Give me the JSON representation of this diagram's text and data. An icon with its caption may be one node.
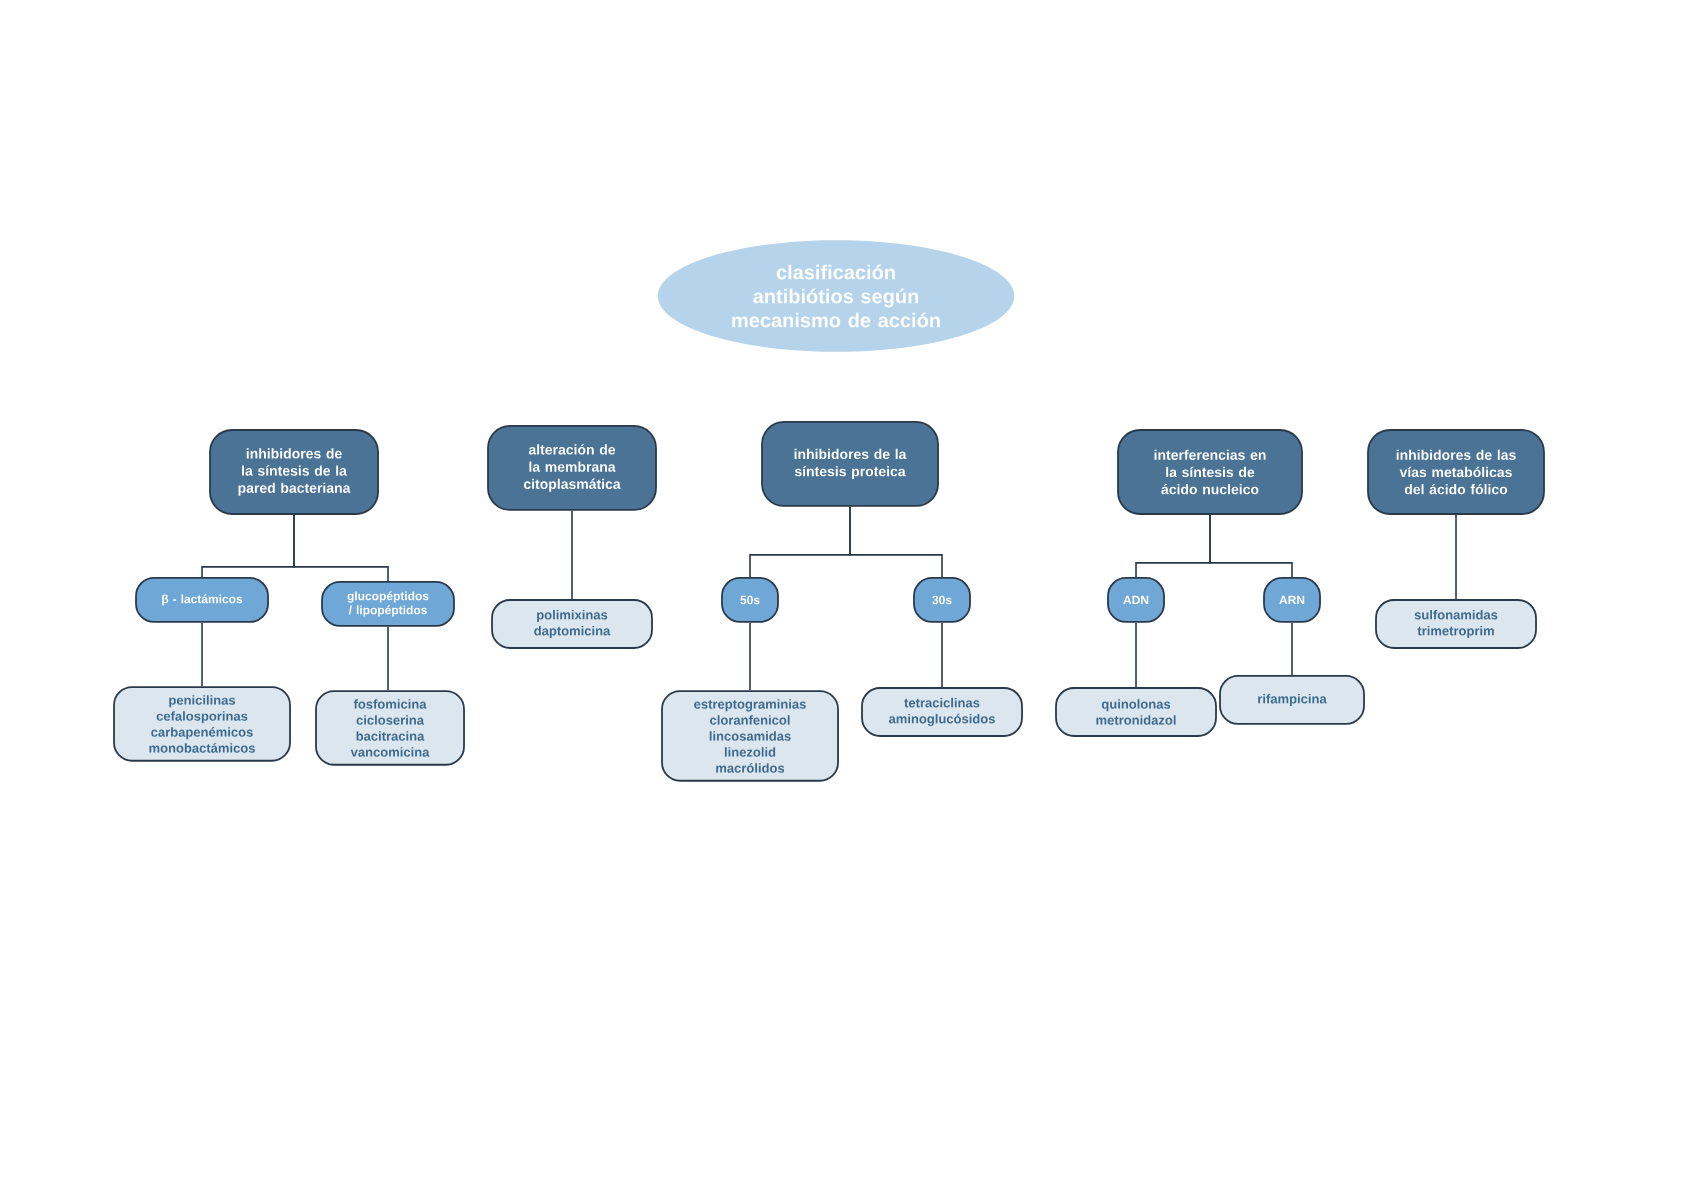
{
  "diagram": {
    "nodes": [
      {
        "text": [
          "clasificación antibiótios según mecanismo de acción"
        ]
      },
      {
        "text": [
          "inhibidores de la síntesis de la pared bacteriana"
        ]
      },
      {
        "text": [
          "alteración de la membrana citoplasmática"
        ]
      },
      {
        "text": [
          "inhibidores de la síntesis proteica"
        ]
      },
      {
        "text": [
          "interferencias en la síntesis de ácido nucleico"
        ]
      },
      {
        "text": [
          "inhibidores de las vías metabólicas del ácido fólico"
        ]
      },
      {
        "text": [
          "β - lactámicos"
        ]
      },
      {
        "text": [
          "glucopéptidos / lipopéptidos"
        ]
      },
      {
        "text": [
          "polimixinas",
          "daptomicina"
        ]
      },
      {
        "text": [
          "50s"
        ]
      },
      {
        "text": [
          "30s"
        ]
      },
      {
        "text": [
          "ADN"
        ]
      },
      {
        "text": [
          "ARN"
        ]
      },
      {
        "text": [
          "sulfonamidas",
          "trimetroprim"
        ]
      },
      {
        "text": [
          "penicilinas",
          "cefalosporinas",
          "carbapenémicos",
          "monobactámicos"
        ]
      },
      {
        "text": [
          "fosfomicina",
          "cicloserina",
          "bacitracina",
          "vancomicina"
        ]
      },
      {
        "text": [
          "estreptograminias",
          "cloranfenicol",
          "lincosamidas",
          "linezolid",
          "macrólidos"
        ]
      },
      {
        "text": [
          "tetraciclinas",
          "aminoglucósidos"
        ]
      },
      {
        "text": [
          "quinolonas",
          "metronidazol"
        ]
      },
      {
        "text": [
          "rifampicina"
        ]
      }
    ],
    "edges": [
      {
        "from": 1,
        "to": 6,
        "arrow": "none"
      },
      {
        "from": 1,
        "to": 7,
        "arrow": "none"
      },
      {
        "from": 2,
        "to": 8,
        "arrow": "none"
      },
      {
        "from": 3,
        "to": 9,
        "arrow": "none"
      },
      {
        "from": 3,
        "to": 10,
        "arrow": "none"
      },
      {
        "from": 4,
        "to": 11,
        "arrow": "none"
      },
      {
        "from": 4,
        "to": 12,
        "arrow": "none"
      },
      {
        "from": 5,
        "to": 13,
        "arrow": "none"
      },
      {
        "from": 6,
        "to": 14,
        "arrow": "none"
      },
      {
        "from": 7,
        "to": 15,
        "arrow": "none"
      },
      {
        "from": 9,
        "to": 16,
        "arrow": "none"
      },
      {
        "from": 10,
        "to": 17,
        "arrow": "none"
      },
      {
        "from": 11,
        "to": 18,
        "arrow": "none"
      },
      {
        "from": 12,
        "to": 19,
        "arrow": "none"
      }
    ]
  }
}
